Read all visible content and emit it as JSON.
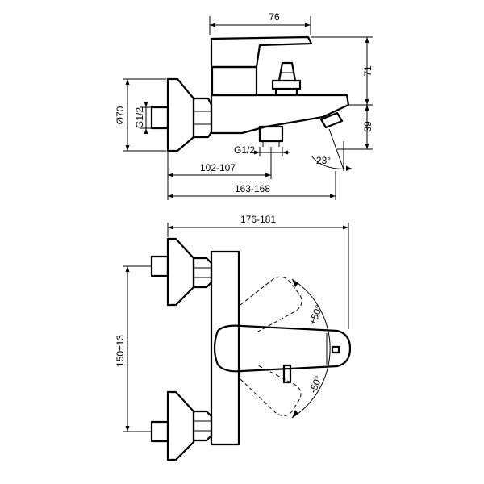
{
  "diagram": {
    "side_view": {
      "dim_top_width": "76",
      "dim_handle_height": "71",
      "dim_spout_height": "39",
      "dim_flange_diameter": "Ø70",
      "dim_inlet_thread": "G1/2",
      "dim_outlet_thread": "G1/2",
      "dim_spout_angle": "23°",
      "dim_outlet_distance": "102-107",
      "dim_total_depth": "163-168"
    },
    "front_view": {
      "dim_total_width": "176-181",
      "dim_center_distance": "150±13",
      "dim_rotation_plus": "+50°",
      "dim_rotation_minus": "-50°"
    }
  }
}
